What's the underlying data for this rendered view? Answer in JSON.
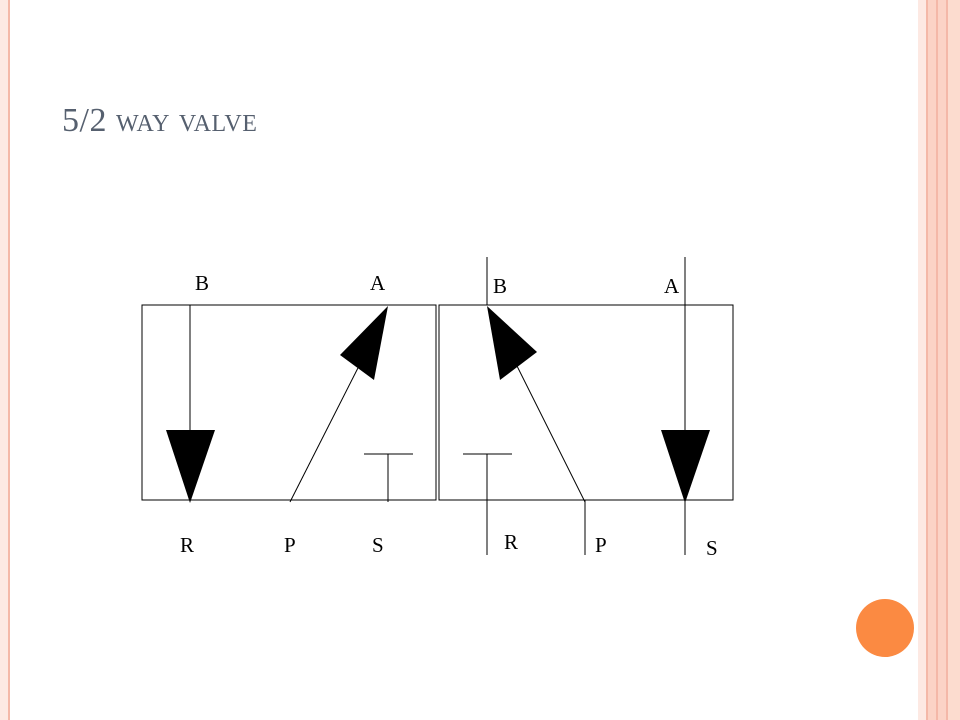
{
  "slide": {
    "title": "5/2 way valve"
  },
  "diagram": {
    "left_box": {
      "top_ports": [
        "B",
        "A"
      ],
      "bottom_ports": [
        "R",
        "P",
        "S"
      ]
    },
    "right_box": {
      "top_ports": [
        "B",
        "A"
      ],
      "bottom_ports": [
        "R",
        "P",
        "S"
      ]
    }
  },
  "colors": {
    "title": "#56606f",
    "accent": "#fb8a42",
    "border": "#f4b8a8",
    "line": "#000000"
  }
}
